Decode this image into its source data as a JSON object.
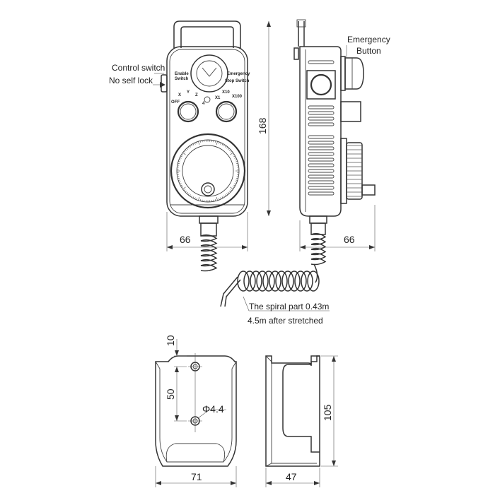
{
  "labels": {
    "control_switch": "Control switch",
    "no_self_lock": "No self lock",
    "enable_switch_1": "Enable",
    "enable_switch_2": "Switch",
    "emergency_stop_1": "Emergency",
    "emergency_stop_2": "Stop Switch",
    "emergency_button_1": "Emergency",
    "emergency_button_2": "Button",
    "spiral_1": "The spiral part 0.43m",
    "spiral_2": "4.5m after stretched"
  },
  "axis_selector": [
    "OFF",
    "X",
    "Y",
    "Z",
    "4"
  ],
  "step_selector": [
    "X1",
    "X10",
    "X100"
  ],
  "dimensions": {
    "front_width": "66",
    "side_width": "66",
    "height": "168",
    "bracket_top": "10",
    "bracket_spacing": "50",
    "hole_dia": "Φ4.4",
    "bracket_width": "71",
    "bracket_side_width": "47",
    "bracket_height": "105"
  }
}
